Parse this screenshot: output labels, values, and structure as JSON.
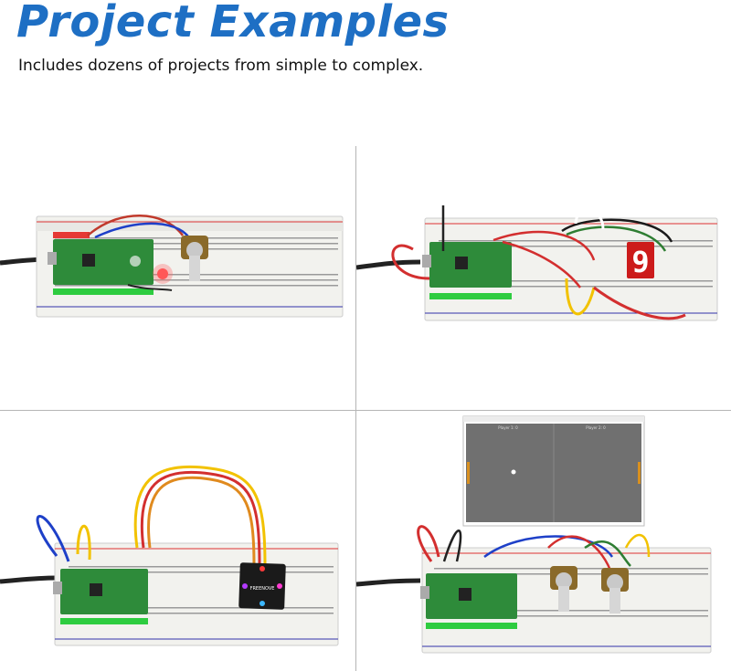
{
  "header": {
    "title": "Project Examples",
    "subtitle": "Includes dozens of projects from simple to complex."
  },
  "panels": [
    {
      "name": "potentiometer-led-project"
    },
    {
      "name": "seven-segment-display-project"
    },
    {
      "name": "rgb-led-module-project"
    },
    {
      "name": "pong-game-project",
      "screen": {
        "player1": "Player 1: 0",
        "player2": "Player 2: 0"
      }
    }
  ],
  "segment_digit": "9",
  "module_brand": "FREENOVE",
  "colors": {
    "title": "#1e6fc4",
    "breadboard": "#f2f2ee",
    "pico": "#2e8b3a",
    "pong_bg": "#707070",
    "paddle": "#d9901f"
  }
}
